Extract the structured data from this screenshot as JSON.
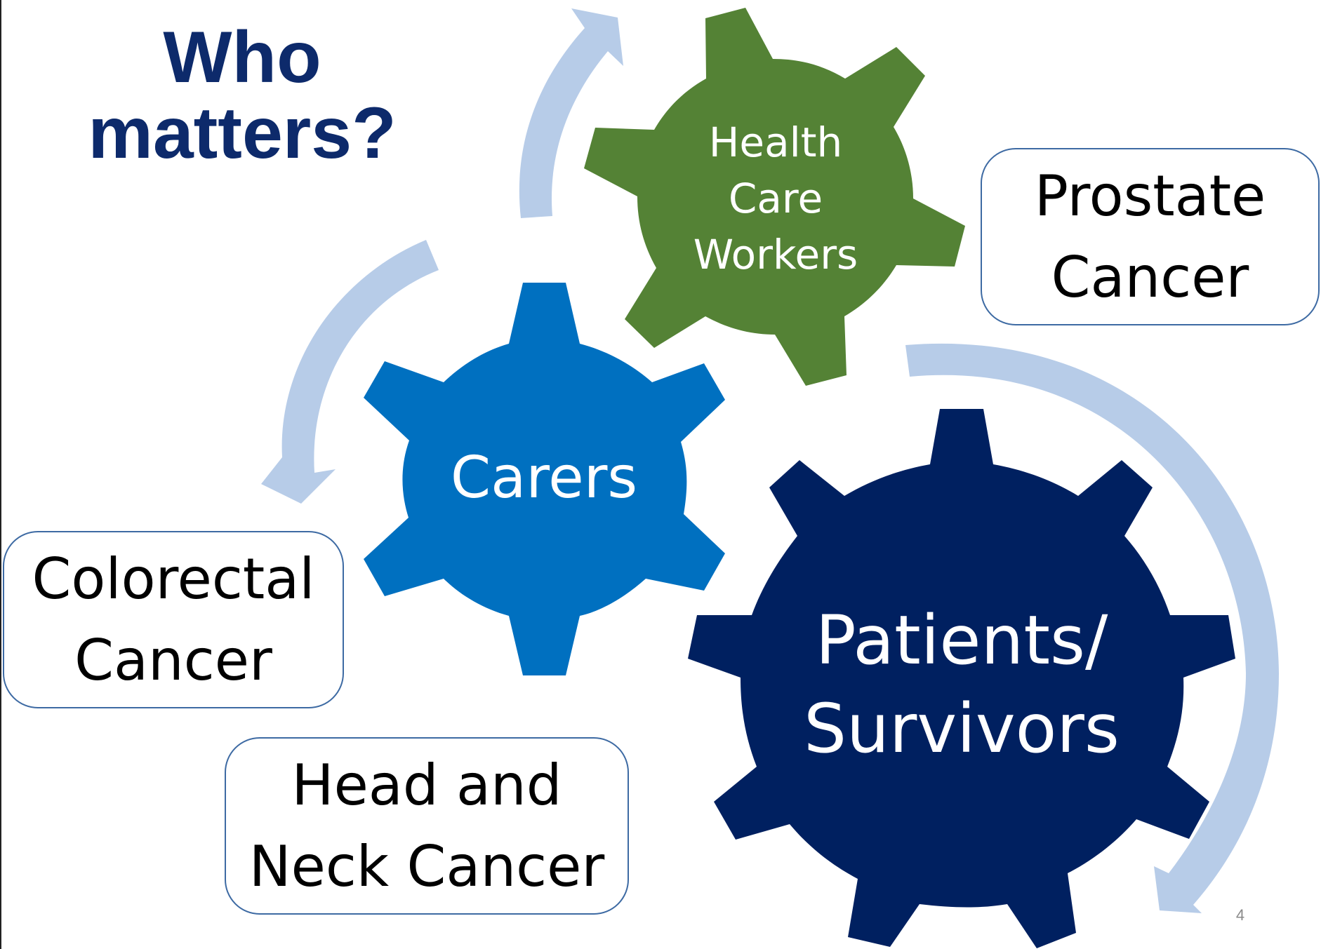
{
  "slide": {
    "title_line1": "Who",
    "title_line2": "matters?",
    "page_number": "4"
  },
  "colors": {
    "title": "#0d2a6b",
    "arrow": "#b7cce8",
    "gear_carers": "#0070c0",
    "gear_health_care_workers": "#548235",
    "gear_patients_survivors": "#002060",
    "box_border": "#3d6aa3"
  },
  "gears": {
    "health_care_workers": {
      "line1": "Health",
      "line2": "Care",
      "line3": "Workers"
    },
    "carers": {
      "label": "Carers"
    },
    "patients_survivors": {
      "line1": "Patients/",
      "line2": "Survivors"
    }
  },
  "boxes": {
    "prostate": {
      "line1": "Prostate",
      "line2": "Cancer"
    },
    "colorectal": {
      "line1": "Colorectal",
      "line2": "Cancer"
    },
    "head_neck": {
      "line1": "Head and",
      "line2": "Neck Cancer"
    }
  },
  "icons": {
    "cycle_arrows": "curved-arrow-icon"
  }
}
